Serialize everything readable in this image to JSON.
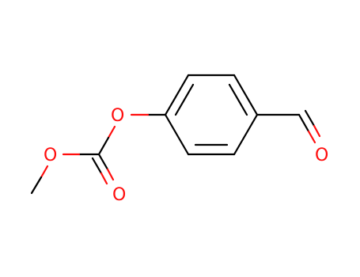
{
  "atoms": {
    "o_methoxy": "O",
    "o_carbonyl": "O",
    "o_aryl": "O",
    "o_aldehyde": "O"
  },
  "colors": {
    "bond": "#000000",
    "oxygen": "#ff0d0d",
    "background": "#ffffff"
  }
}
